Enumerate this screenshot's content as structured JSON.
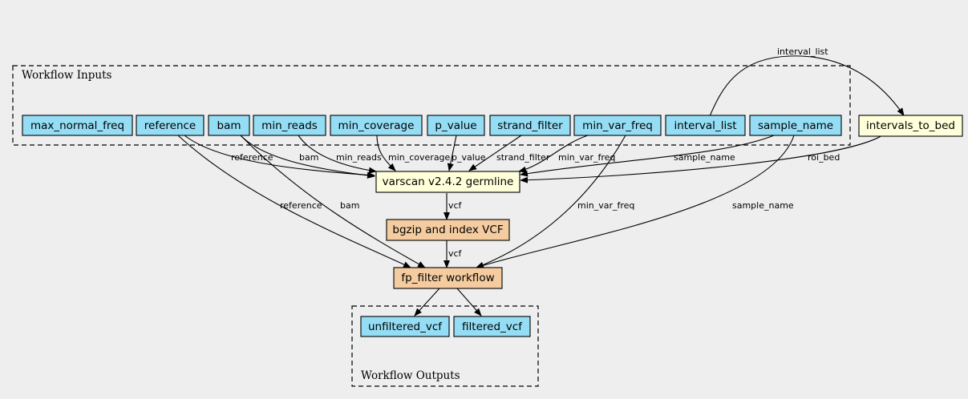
{
  "clusters": {
    "inputs_label": "Workflow Inputs",
    "outputs_label": "Workflow Outputs"
  },
  "colors": {
    "input_fill": "#94ddf4",
    "tool_fill": "#ffffd9",
    "workflow_fill": "#f5cca0",
    "background": "#eeeeee"
  },
  "nodes": {
    "max_normal_freq": "max_normal_freq",
    "reference": "reference",
    "bam": "bam",
    "min_reads": "min_reads",
    "min_coverage": "min_coverage",
    "p_value": "p_value",
    "strand_filter": "strand_filter",
    "min_var_freq": "min_var_freq",
    "interval_list": "interval_list",
    "sample_name": "sample_name",
    "intervals_to_bed": "intervals_to_bed",
    "varscan": "varscan v2.4.2 germline",
    "bgzip": "bgzip and index VCF",
    "fp_filter": "fp_filter workflow",
    "unfiltered_vcf": "unfiltered_vcf",
    "filtered_vcf": "filtered_vcf"
  },
  "edge_labels": {
    "interval_list_to_bed": "interval_list",
    "reference_to_varscan": "reference",
    "bam_to_varscan": "bam",
    "min_reads_to_varscan": "min_reads",
    "min_coverage_to_varscan": "min_coverage",
    "p_value_to_varscan": "p_value",
    "strand_filter_to_varscan": "strand_filter",
    "min_var_freq_to_varscan": "min_var_freq",
    "sample_name_to_varscan": "sample_name",
    "roi_bed_to_varscan": "roi_bed",
    "varscan_to_bgzip": "vcf",
    "bgzip_to_fp": "vcf",
    "reference_to_fp": "reference",
    "bam_to_fp": "bam",
    "min_var_freq_to_fp": "min_var_freq",
    "sample_name_to_fp": "sample_name"
  }
}
